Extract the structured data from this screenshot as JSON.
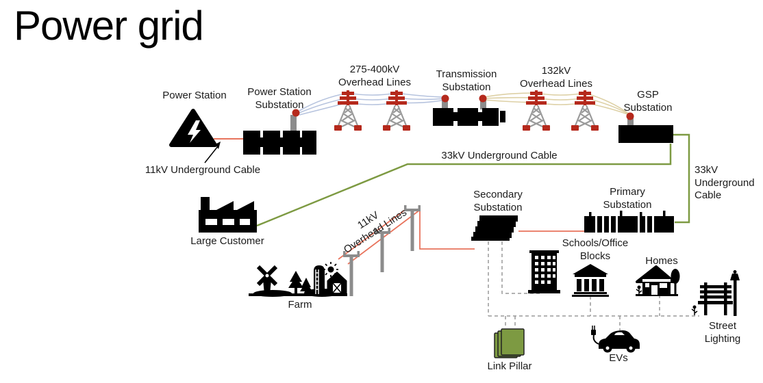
{
  "title": "Power grid",
  "labels": {
    "power_station": [
      "Power Station"
    ],
    "power_station_substation": [
      "Power Station",
      "Substation"
    ],
    "ohl_275_400": [
      "275-400kV",
      "Overhead Lines"
    ],
    "transmission_substation": [
      "Transmission",
      "Substation"
    ],
    "ohl_132": [
      "132kV",
      "Overhead Lines"
    ],
    "gsp_substation": [
      "GSP",
      "Substation"
    ],
    "cable_11kv_underground": [
      "11kV Underground Cable"
    ],
    "cable_33kv_underground": [
      "33kV Underground Cable"
    ],
    "cable_33kv_underground_right": [
      "33kV",
      "Underground",
      "Cable"
    ],
    "large_customer": [
      "Large Customer"
    ],
    "ohl_11kv": [
      "11kV",
      "Overhead Lines"
    ],
    "secondary_substation": [
      "Secondary",
      "Substation"
    ],
    "primary_substation": [
      "Primary",
      "Substation"
    ],
    "farm": [
      "Farm"
    ],
    "schools_office": [
      "Schools/Office",
      "Blocks"
    ],
    "homes": [
      "Homes"
    ],
    "street_lighting": [
      "Street",
      "Lighting"
    ],
    "evs": [
      "EVs"
    ],
    "link_pillar": [
      "Link Pillar"
    ]
  },
  "colors": {
    "wire_11kv": "#e8735c",
    "wire_33kv": "#7d9a42",
    "wire_275_400kv": "#b6c3de",
    "wire_132kv": "#ddd0a5",
    "tower_red": "#b5291c",
    "pole_gray": "#8c8c8c",
    "lv_dashed_gray": "#999999",
    "link_pillar_fill": "#7d9a42",
    "icon_black": "#000000"
  },
  "icons": {
    "power_station": "triangle-with-lightning-bolt",
    "substation": "black-transformer-blocks-with-red-bushing",
    "transmission_tower": "lattice-pylon-red-crossarms",
    "wood_pole": "gray-t-pole",
    "large_customer": "factory",
    "farm": "windmill-trees-silo-barn",
    "office": "office-tower-windows",
    "school": "columned-building",
    "home": "house-with-tree",
    "street_lighting": "bench-and-lamppost",
    "ev": "electric-car-with-plug",
    "link_pillar": "green-stacked-panels"
  }
}
